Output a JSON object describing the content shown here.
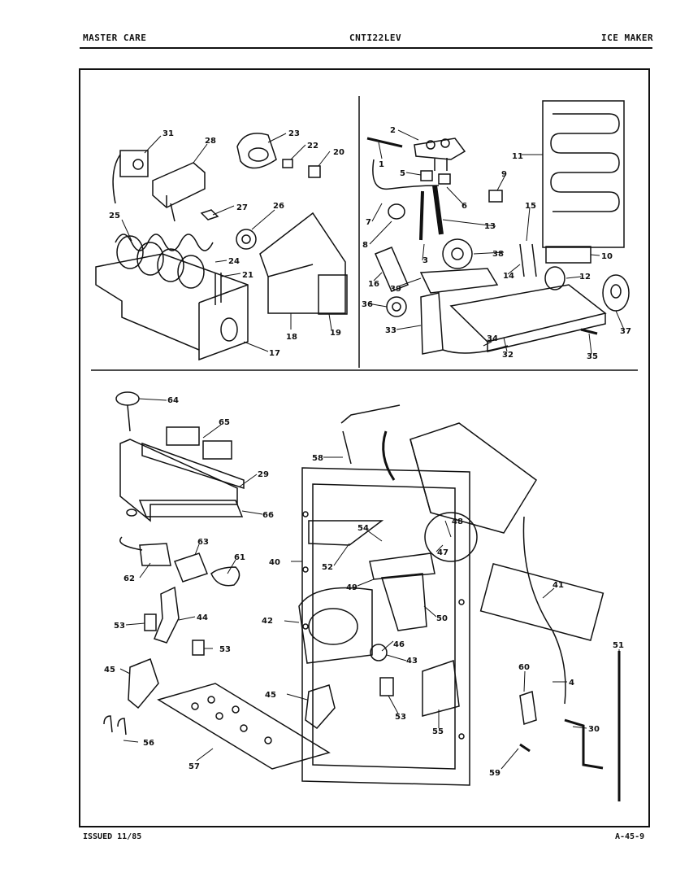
{
  "header": {
    "left": "MASTER CARE",
    "center": "CNTI22LEV",
    "right": "ICE MAKER"
  },
  "footer": {
    "issued": "ISSUED 11/85",
    "page": "A-45-9"
  },
  "part_numbers": {
    "upper_left": [
      "31",
      "28",
      "23",
      "22",
      "20",
      "27",
      "26",
      "25",
      "24",
      "21",
      "18",
      "19",
      "17"
    ],
    "upper_right": [
      "2",
      "1",
      "5",
      "6",
      "9",
      "11",
      "7",
      "13",
      "8",
      "15",
      "38",
      "3",
      "10",
      "16",
      "14",
      "12",
      "39",
      "36",
      "33",
      "34",
      "32",
      "35",
      "37"
    ],
    "lower": [
      "64",
      "65",
      "29",
      "66",
      "58",
      "48",
      "54",
      "47",
      "40",
      "52",
      "63",
      "61",
      "62",
      "49",
      "50",
      "44",
      "42",
      "53",
      "46",
      "43",
      "41",
      "53",
      "45",
      "51",
      "60",
      "45",
      "53",
      "4",
      "55",
      "30",
      "56",
      "57",
      "59"
    ]
  },
  "colors": {
    "ink": "#111111",
    "paper": "#ffffff"
  }
}
